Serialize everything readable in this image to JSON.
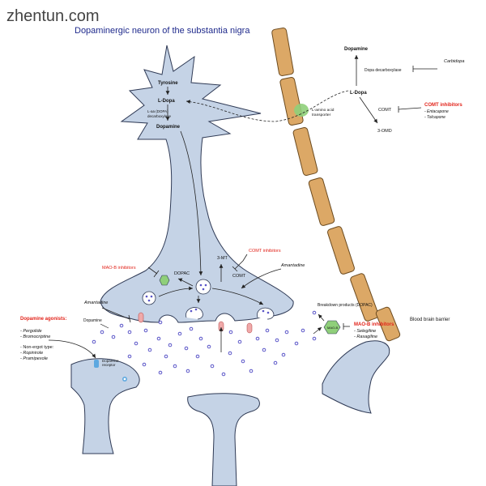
{
  "watermark": "zhentun.com",
  "title": "Dopaminergic neuron of the substantia nigra",
  "neuron": {
    "tyrosine": "Tyrosine",
    "ldopa": "L-Dopa",
    "aadc_line1": "L-aa (DOPA)",
    "aadc_line2": "decarboxylase",
    "dopamine": "Dopamine"
  },
  "bbb": {
    "transporter_line1": "L-amino acid",
    "transporter_line2": "transporter",
    "label": "Blood brain barrier"
  },
  "periphery": {
    "dopamine": "Dopamine",
    "dopa_decarboxylase": "Dopa decarboxylase",
    "carbidopa": "Carbidopa",
    "ldopa": "L-Dopa",
    "comt": "COMT",
    "omd": "3-OMD",
    "comt_inhibitors_title": "COMT inhibitors",
    "comt_inhibitors_items": [
      "- Entacapone",
      "- Tolcapone"
    ]
  },
  "terminal": {
    "comt_inhibitors": "COMT inhibitors",
    "three_mt": "3-MT",
    "comt": "COMT",
    "amantadine_right": "Amantadine",
    "maob_inhibitors": "MAO-B inhibitors",
    "dopac": "DOPAC",
    "amantadine_left": "Amantadine",
    "dopamine_label": "Dopamine"
  },
  "agonists": {
    "title": "Dopamine agonists:",
    "items": [
      "- Pergolide",
      "- Bromocriptine"
    ],
    "nonergot_title": "- Non-ergot type:",
    "nonergot_items": [
      "- Ropinirole",
      "- Pramipexole"
    ],
    "receptor_line1": "Dopamine",
    "receptor_line2": "receptor"
  },
  "glial": {
    "breakdown": "Breakdown products (DOPAC)",
    "maob": "MAO-B",
    "maob_inhibitors_title": "MAO-B inhibitors",
    "maob_inhibitors_items": [
      "- Selegiline",
      "- Rasagiline"
    ]
  },
  "colors": {
    "neuron_fill": "#c5d3e6",
    "neuron_stroke": "#2f3a55",
    "bbb_fill": "#dca866",
    "inhibitor_red": "#e2231a",
    "title_navy": "#1f2a8c",
    "vesicle_dot": "#5a55c8",
    "enzyme_green": "#8fcf7a",
    "receptor_blue": "#5da8e0",
    "reuptake_pink": "#f0a9a9"
  }
}
